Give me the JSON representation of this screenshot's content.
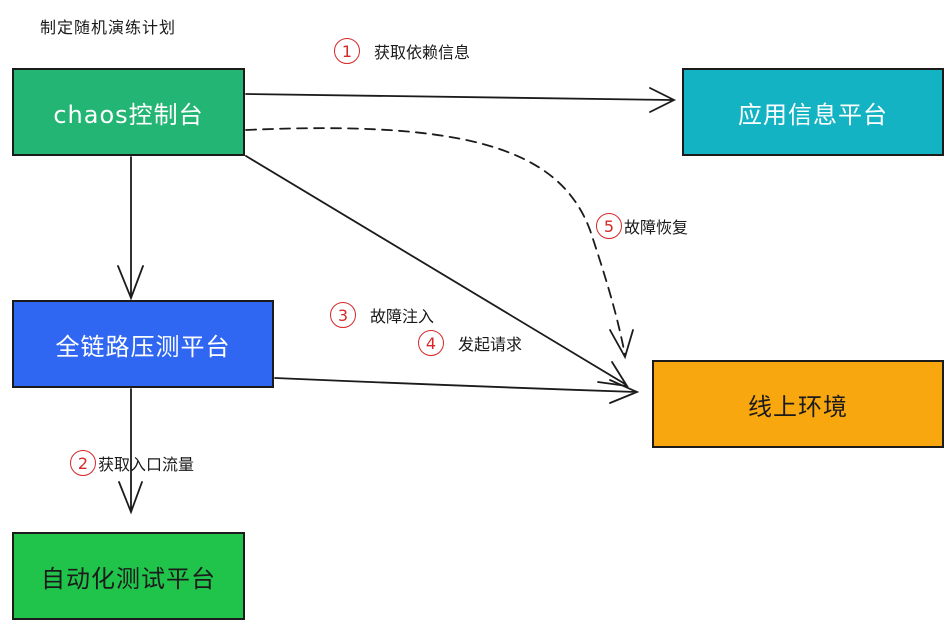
{
  "title": "制定随机演练计划",
  "nodes": {
    "chaos": "chaos控制台",
    "app_info": "应用信息平台",
    "stress": "全链路压测平台",
    "online": "线上环境",
    "auto_test": "自动化测试平台"
  },
  "steps": [
    {
      "num": "1",
      "label": "获取依赖信息"
    },
    {
      "num": "2",
      "label": "获取入口流量"
    },
    {
      "num": "3",
      "label": "故障注入"
    },
    {
      "num": "4",
      "label": "发起请求"
    },
    {
      "num": "5",
      "label": "故障恢复"
    }
  ],
  "colors": {
    "chaos": "#22b573",
    "app_info": "#13b3c4",
    "stress": "#2f66f2",
    "online": "#f8a70f",
    "auto_test": "#20c44b",
    "step_circle": "#d62828"
  }
}
